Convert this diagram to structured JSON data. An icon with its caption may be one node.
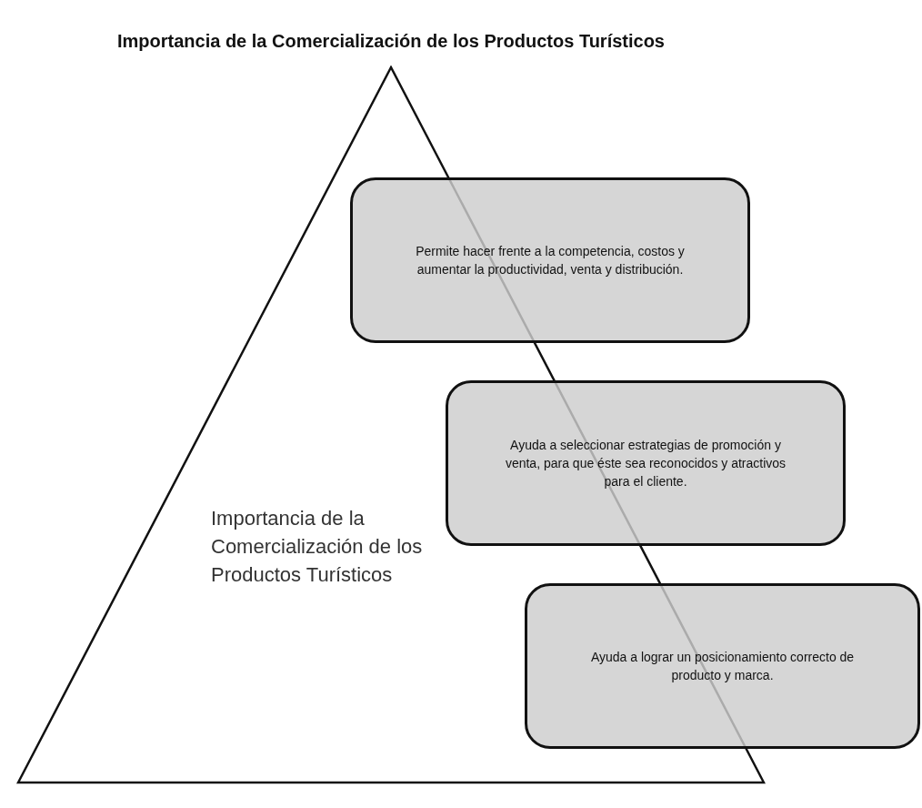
{
  "diagram": {
    "title": "Importancia de la Comercialización de los Productos Turísticos",
    "nodes": [
      {
        "text": [
          "Importancia de la Comercialización de los Productos Turísticos"
        ]
      },
      {
        "text": [
          "Permite hacer frente a la competencia, costos y aumentar la productividad, venta y distribución."
        ]
      },
      {
        "text": [
          "Ayuda a seleccionar estrategias de promoción y venta, para que éste sea reconocidos y atractivos para el cliente."
        ]
      },
      {
        "text": [
          "Ayuda a lograr un posicionamiento correcto de producto y marca."
        ]
      }
    ]
  }
}
